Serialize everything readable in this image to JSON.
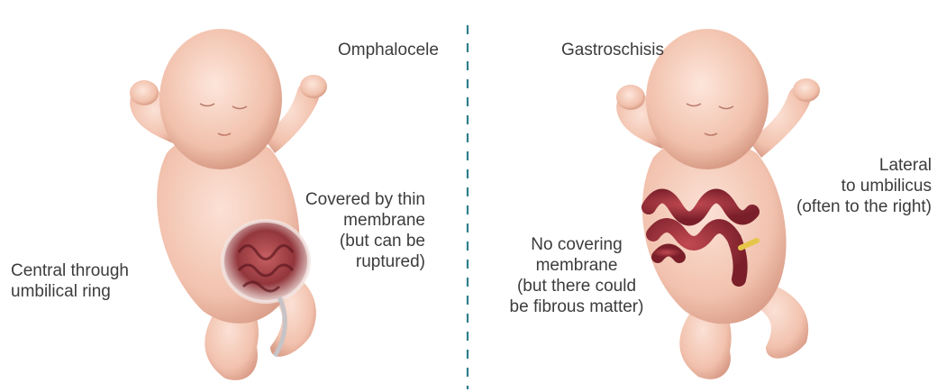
{
  "left_panel": {
    "title": "Omphalocele",
    "membrane_label": [
      "Covered by thin",
      "membrane",
      "(but can be",
      "ruptured)"
    ],
    "location_label": [
      "Central through",
      "umbilical ring"
    ]
  },
  "right_panel": {
    "title": "Gastroschisis",
    "location_label": [
      "Lateral",
      "to umbilicus",
      "(often to the right)"
    ],
    "membrane_label": [
      "No covering",
      "membrane",
      "(but there could",
      "be fibrous matter)"
    ]
  },
  "colors": {
    "skin": "#f4c9b8",
    "skin_shadow": "#dca08c",
    "intestine": "#9b2f38",
    "divider": "#2f7f8a"
  }
}
